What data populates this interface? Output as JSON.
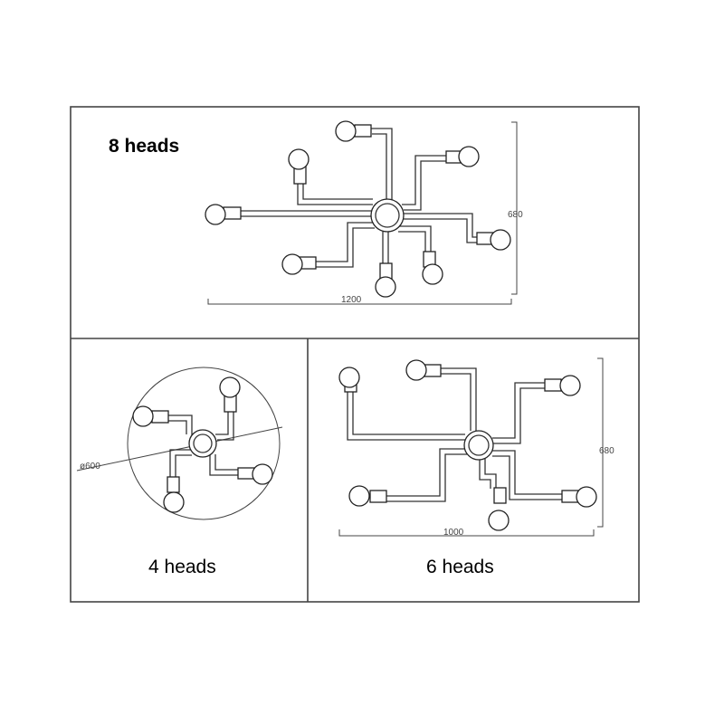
{
  "panels": {
    "eight": {
      "label": "8 heads",
      "width_dim": "1200",
      "height_dim": "680"
    },
    "four": {
      "label": "4 heads",
      "diameter_dim": "ø600"
    },
    "six": {
      "label": "6 heads",
      "width_dim": "1000",
      "height_dim": "680"
    }
  },
  "colors": {
    "line": "#333333",
    "frame": "#444444",
    "background": "#ffffff"
  }
}
